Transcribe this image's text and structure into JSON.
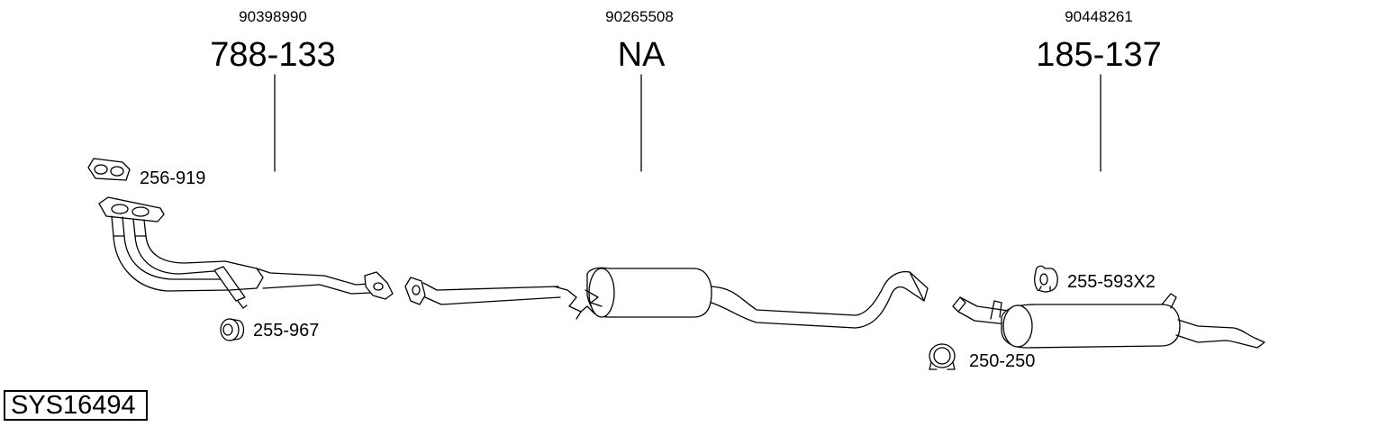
{
  "diagram": {
    "system_code": "SYS16494",
    "main_parts": [
      {
        "oe_number": "90398990",
        "part_number": "788-133"
      },
      {
        "oe_number": "90265508",
        "part_number": "NA"
      },
      {
        "oe_number": "90448261",
        "part_number": "185-137"
      }
    ],
    "accessories": [
      {
        "label": "256-919",
        "icon": "gasket-icon"
      },
      {
        "label": "255-967",
        "icon": "rubber-mount-icon"
      },
      {
        "label": "255-593X2",
        "icon": "hanger-ring-icon"
      },
      {
        "label": "250-250",
        "icon": "pipe-clamp-icon"
      }
    ]
  }
}
